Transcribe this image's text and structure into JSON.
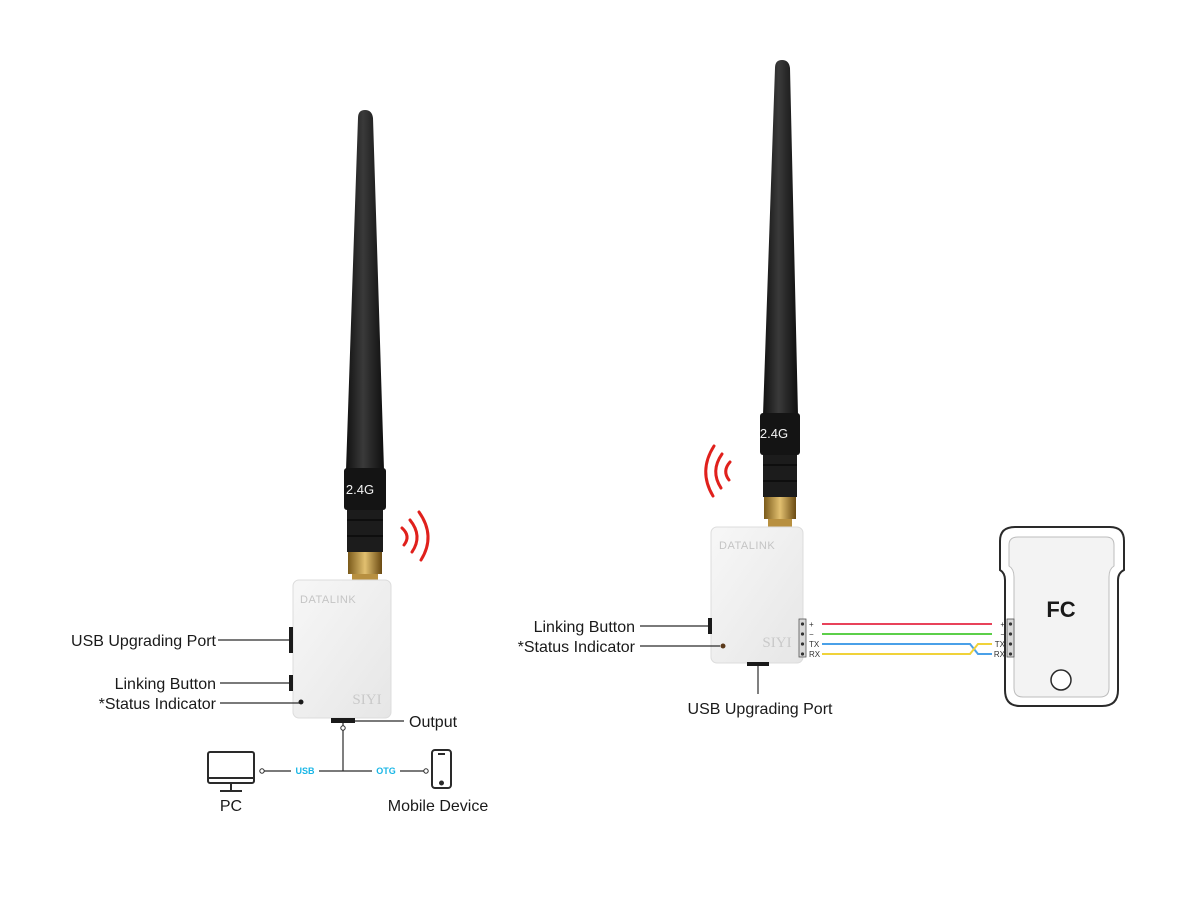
{
  "left": {
    "antenna_band": "2.4G",
    "case_brand": "DATALINK",
    "case_logo": "SIYI",
    "labels": {
      "usb_port": "USB Upgrading Port",
      "linking_button": "Linking Button",
      "status_indicator": "*Status Indicator",
      "output": "Output",
      "pc": "PC",
      "mobile": "Mobile Device",
      "usb_tag": "USB",
      "otg_tag": "OTG"
    }
  },
  "right": {
    "antenna_band": "2.4G",
    "case_brand": "DATALINK",
    "case_logo": "SIYI",
    "labels": {
      "linking_button": "Linking Button",
      "status_indicator": "*Status Indicator",
      "usb_port": "USB Upgrading Port"
    },
    "pins_module": [
      "+",
      "−",
      "TX",
      "RX"
    ],
    "pins_fc": [
      "+",
      "−",
      "TX",
      "RX"
    ],
    "fc_label": "FC"
  },
  "colors": {
    "wire_plus": "#e8435a",
    "wire_minus": "#5ccf4a",
    "wire_tx": "#4aa0e8",
    "wire_rx": "#f0d23a",
    "signal": "#e0201c",
    "tag": "#19b6e6"
  }
}
